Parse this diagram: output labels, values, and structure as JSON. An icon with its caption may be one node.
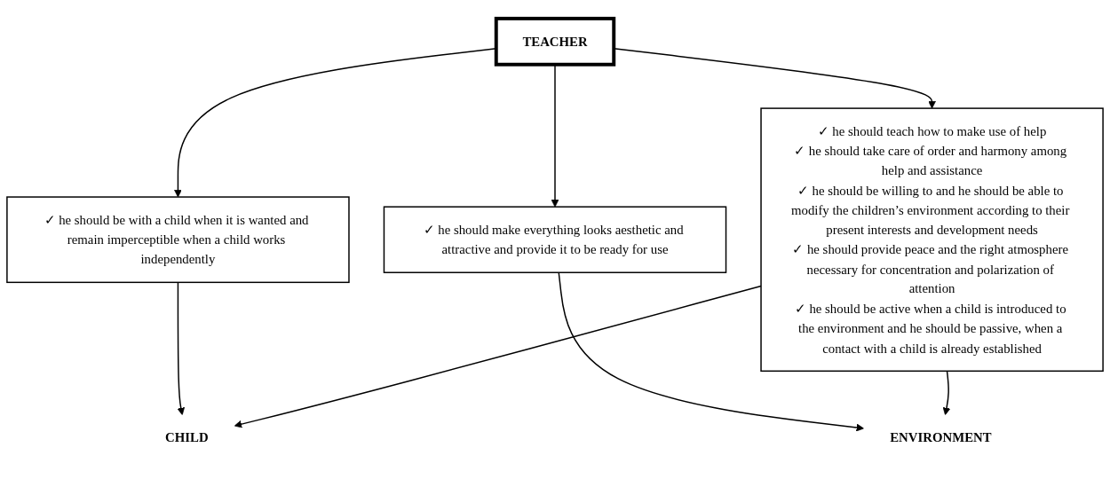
{
  "diagram": {
    "nodes": [
      {
        "text": [
          "TEACHER"
        ]
      },
      {
        "text": [
          "✓ he should be with a child when it is wanted and remain imperceptible when a child works independently"
        ]
      },
      {
        "text": [
          "✓ he should make everything looks aesthetic and attractive and provide it to be ready for use"
        ]
      },
      {
        "text": [
          "✓ he should teach how to make use of help",
          "✓ he should take care of order and harmony among help and assistance",
          "✓ he should be willing to and he should be able to modify the children’s environment according to their present interests and development needs",
          "✓ he should provide peace and the right atmosphere necessary for concentration and polarization of attention",
          "✓ he should be active when a child is introduced to the environment and he should be passive, when a contact with a child is already established"
        ]
      },
      {
        "text": [
          "CHILD"
        ]
      },
      {
        "text": [
          "ENVIRONMENT"
        ]
      }
    ],
    "edges": [
      {
        "from": 0,
        "to": 1,
        "arrow": "to"
      },
      {
        "from": 0,
        "to": 2,
        "arrow": "to"
      },
      {
        "from": 0,
        "to": 3,
        "arrow": "to"
      },
      {
        "from": 1,
        "to": 4,
        "arrow": "to"
      },
      {
        "from": 2,
        "to": 5,
        "arrow": "to"
      },
      {
        "from": 3,
        "to": 4,
        "arrow": "to"
      },
      {
        "from": 3,
        "to": 5,
        "arrow": "to"
      }
    ]
  }
}
